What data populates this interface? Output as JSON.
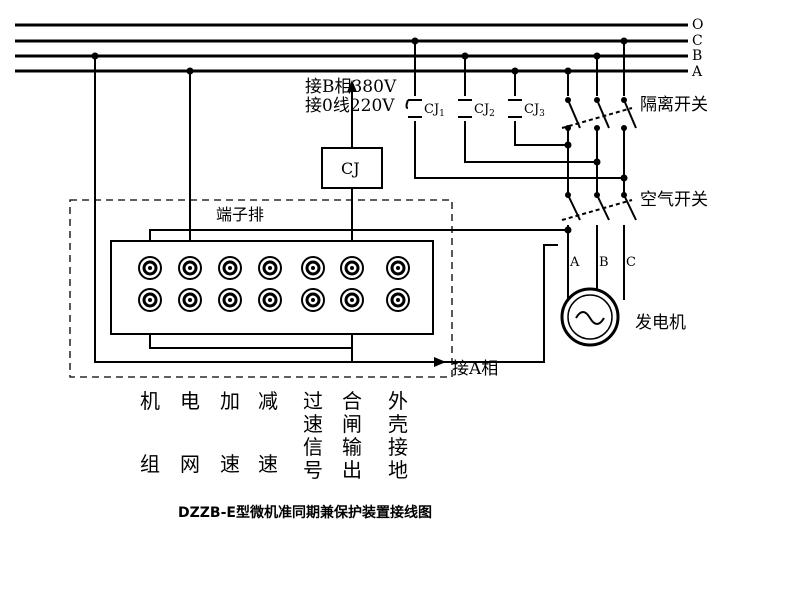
{
  "diagram": {
    "title": "DZZB-E型微机准同期兼保护装置接线图",
    "bus_labels": [
      "O",
      "C",
      "B",
      "A"
    ],
    "supply_label_1": "接B相380V",
    "supply_label_2": "接0线220V",
    "cj_box": "CJ",
    "contactors": [
      {
        "name": "CJ",
        "sub": "1"
      },
      {
        "name": "CJ",
        "sub": "2"
      },
      {
        "name": "CJ",
        "sub": "3"
      }
    ],
    "isolation_switch": "隔离开关",
    "air_switch": "空气开关",
    "phases": [
      "A",
      "B",
      "C"
    ],
    "generator": "发电机",
    "terminal_block": "端子排",
    "phase_a_label": "接A相",
    "columns": [
      {
        "top": "机",
        "bottom": "组"
      },
      {
        "top": "电",
        "bottom": "网"
      },
      {
        "top": "加",
        "bottom": "速"
      },
      {
        "top": "减",
        "bottom": "速"
      },
      {
        "chars": [
          "过",
          "速",
          "信",
          "号"
        ]
      },
      {
        "chars": [
          "合",
          "闸",
          "输",
          "出"
        ]
      },
      {
        "chars": [
          "外",
          "壳",
          "接",
          "地"
        ]
      }
    ]
  }
}
